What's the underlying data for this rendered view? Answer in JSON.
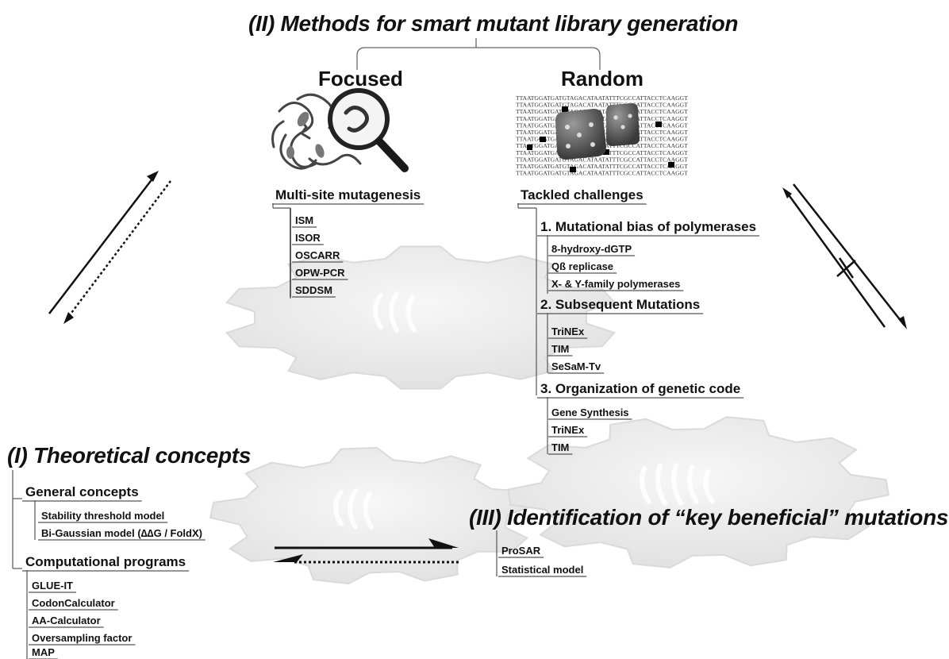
{
  "sections": {
    "methods": {
      "title": "(II) Methods for smart mutant library generation",
      "focused": {
        "label": "Focused",
        "header": "Multi-site mutagenesis",
        "items": [
          "ISM",
          "ISOR",
          "OSCARR",
          "OPW-PCR",
          "SDDSM"
        ]
      },
      "random": {
        "label": "Random",
        "header": "Tackled challenges",
        "challenges": [
          {
            "title": "1. Mutational bias of polymerases",
            "items": [
              "8-hydroxy-dGTP",
              "Qß replicase",
              "X- & Y-family polymerases"
            ]
          },
          {
            "title": "2. Subsequent Mutations",
            "items": [
              "TriNEx",
              "TIM",
              "SeSaM-Tv"
            ]
          },
          {
            "title": "3. Organization of genetic code",
            "items": [
              "Gene Synthesis",
              "TriNEx",
              "TIM"
            ]
          }
        ]
      }
    },
    "theoretical": {
      "title": "(I) Theoretical concepts",
      "general": {
        "header": "General concepts",
        "items": [
          "Stability threshold model",
          "Bi-Gaussian model (∆∆G / FoldX)"
        ]
      },
      "programs": {
        "header": "Computational programs",
        "items": [
          "GLUE-IT",
          "CodonCalculator",
          "AA-Calculator",
          "Oversampling  factor",
          "MAP"
        ]
      }
    },
    "identification": {
      "title": "(III) Identification of “key beneficial” mutations",
      "items": [
        "ProSAR",
        "Statistical model"
      ]
    }
  },
  "dna_lines": [
    "TTAATGGATGATGTAGACATAATATTTCGCCATTACCTCAAGGT",
    "TTAATGGATGATGTAGACATAATATTTCGCCATTACCTCAAGGT",
    "TTAATGGATGATGTAGACATAATATTTCGCCATTACCTCAAGGT",
    "TTAATGGATGATGTAGACATAATATTTCGCCATTACCTCAAGGT",
    "TTAATGGATGATGTAGACATAATATTTCGCCATTACCTCAAGGT",
    "TTAATGGATGATGTAGACATAATATTTCGCCATTACCTCAAGGT",
    "TTAATGGATGATGTAGACATAATATTTCGCCATTACCTCAAGGT",
    "TTAATGGATGATGTAGACATAATATTTCGCCATTACCTCAAGGT",
    "TTAATGGATGATGTAGACATAATATTTCGCCATTACCTCAAGGT",
    "TTAATGGATGATGTAGACATAATATTTCGCCATTACCTCAAGGT",
    "TTAATGGATGATGTAGACATAATATTTCGCCATTACCTCAAGGT",
    "TTAATGGATGATGTAGACATAATATTTCGCCATTACCTCAAGGT"
  ],
  "colors": {
    "text": "#111111",
    "gear": "#ececec",
    "gear_edge": "#dcdcdc",
    "bracket": "#666666"
  }
}
